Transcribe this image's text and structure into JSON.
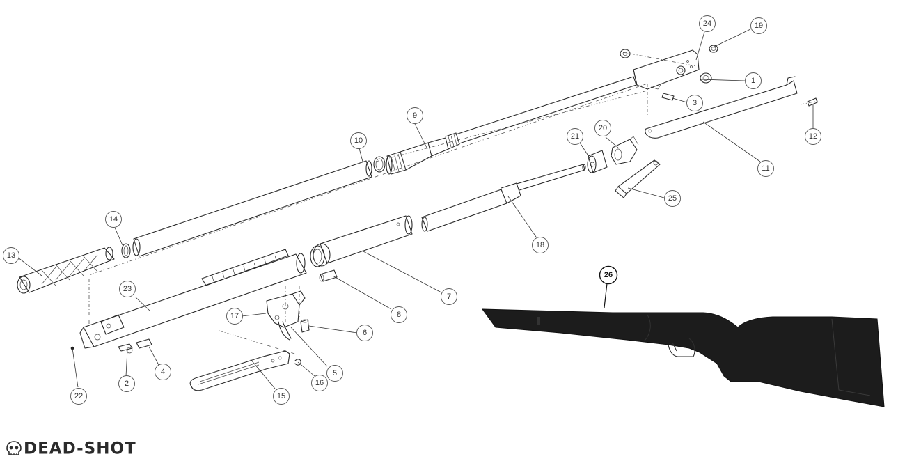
{
  "callouts": [
    {
      "label": "1"
    },
    {
      "label": "2"
    },
    {
      "label": "3"
    },
    {
      "label": "4"
    },
    {
      "label": "5"
    },
    {
      "label": "6"
    },
    {
      "label": "7"
    },
    {
      "label": "8"
    },
    {
      "label": "9"
    },
    {
      "label": "10"
    },
    {
      "label": "11"
    },
    {
      "label": "12"
    },
    {
      "label": "13"
    },
    {
      "label": "14"
    },
    {
      "label": "15"
    },
    {
      "label": "16"
    },
    {
      "label": "17"
    },
    {
      "label": "18"
    },
    {
      "label": "19"
    },
    {
      "label": "20"
    },
    {
      "label": "21"
    },
    {
      "label": "22"
    },
    {
      "label": "23"
    },
    {
      "label": "24"
    },
    {
      "label": "25"
    },
    {
      "label": "26"
    }
  ],
  "logo": {
    "text": "DEAD-SHOT"
  },
  "colors": {
    "line": "#2a2a2a",
    "stock": "#1c1c1c",
    "logo_accent": "#c8102e"
  }
}
